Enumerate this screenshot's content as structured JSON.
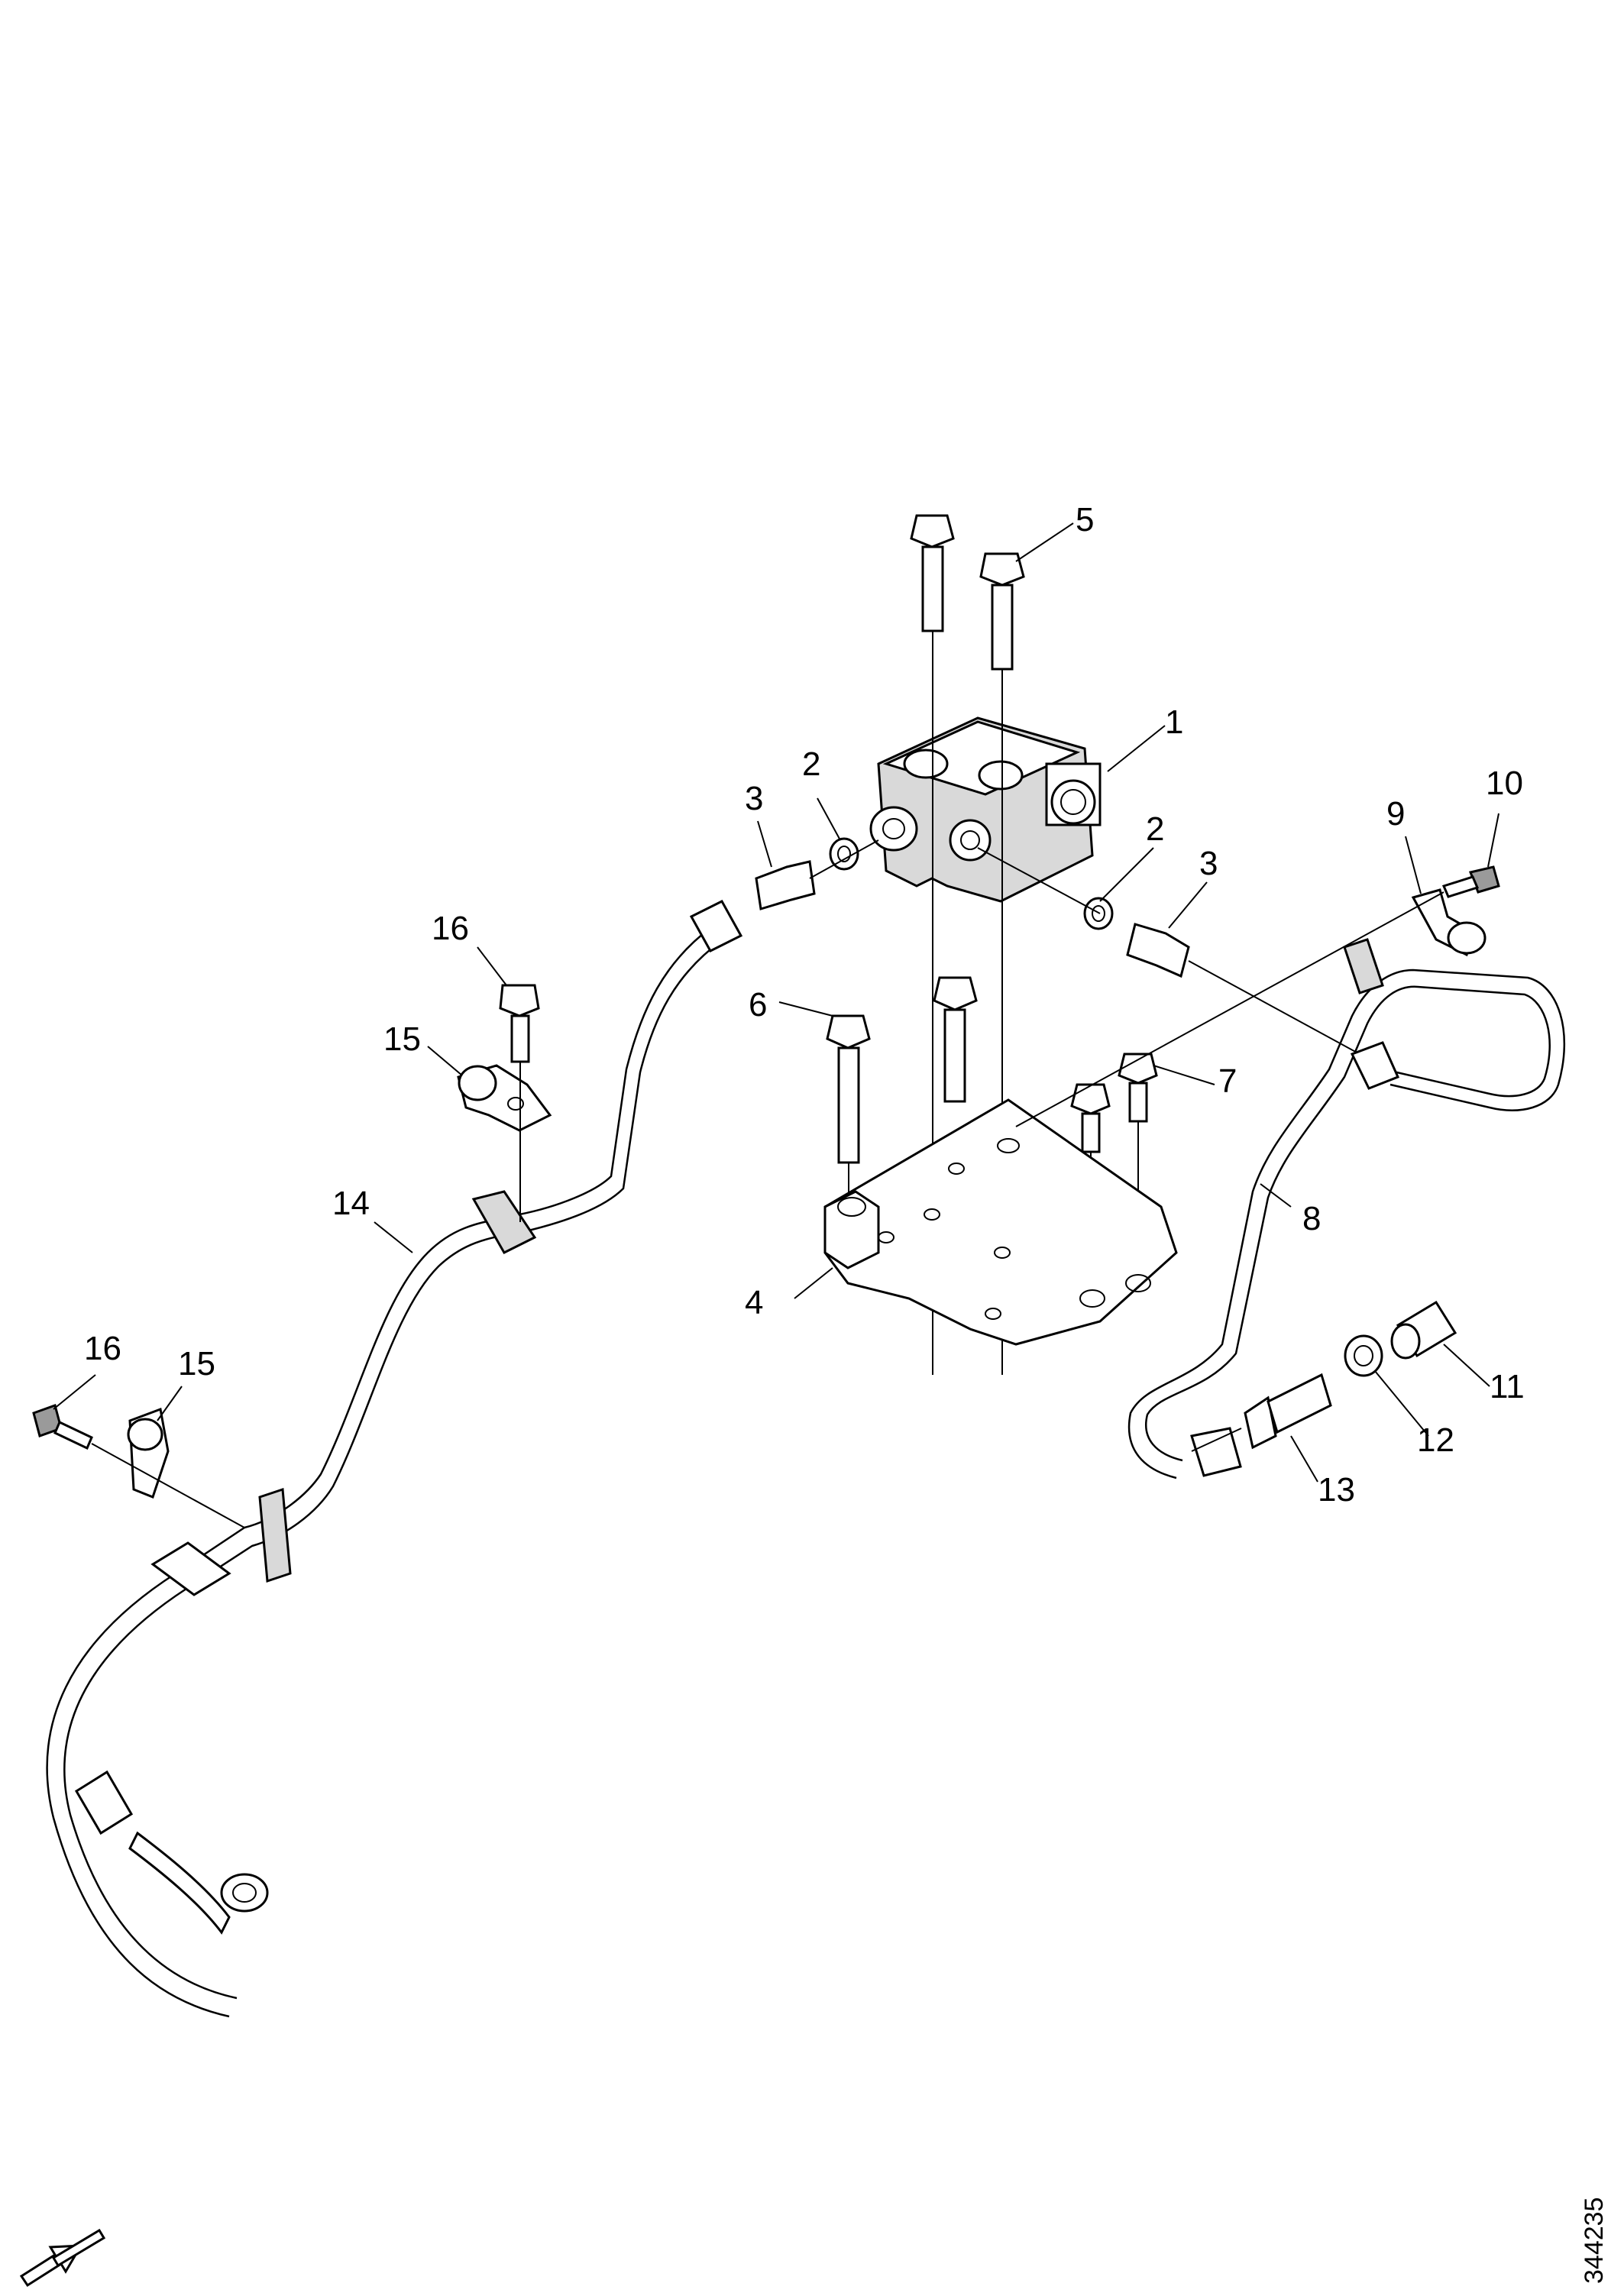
{
  "diagram": {
    "figure_reference": "344235",
    "callouts": [
      "1",
      "2",
      "3",
      "4",
      "5",
      "6",
      "7",
      "8",
      "9",
      "10",
      "11",
      "12",
      "13",
      "14",
      "15",
      "16"
    ],
    "labels": {
      "c1": "1",
      "c2a": "2",
      "c2b": "2",
      "c3a": "3",
      "c3b": "3",
      "c4": "4",
      "c5": "5",
      "c6": "6",
      "c7": "7",
      "c8": "8",
      "c9": "9",
      "c10": "10",
      "c11": "11",
      "c12": "12",
      "c13": "13",
      "c14": "14",
      "c15a": "15",
      "c15b": "15",
      "c16a": "16",
      "c16b": "16"
    },
    "icons": [
      "direction-arrow-icon"
    ]
  }
}
